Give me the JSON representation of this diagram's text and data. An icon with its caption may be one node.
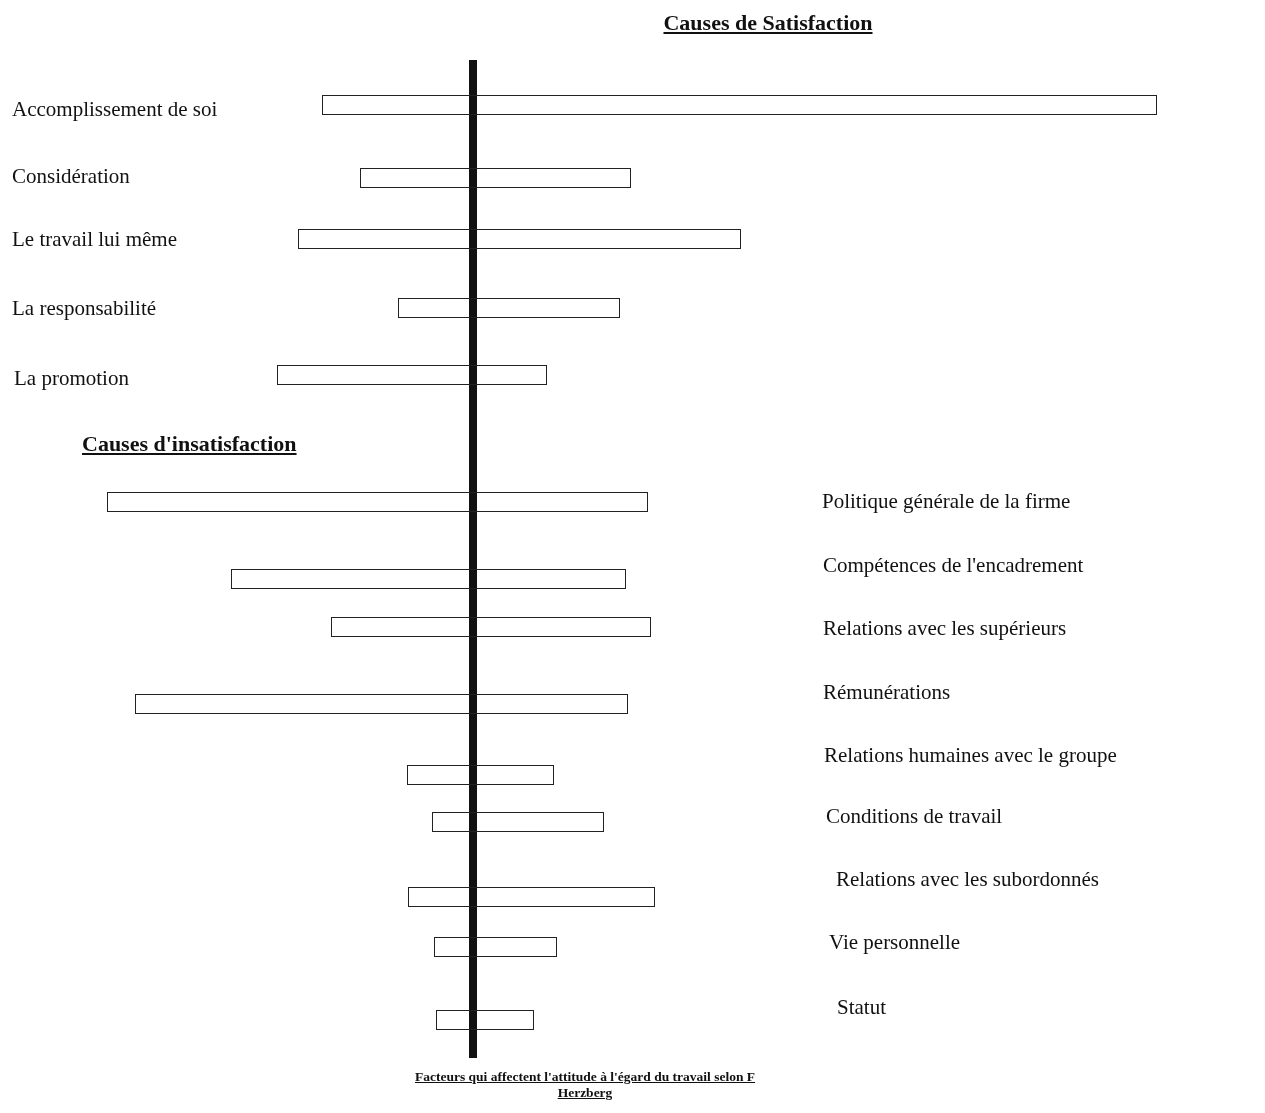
{
  "diagram": {
    "title": "Causes de Satisfaction",
    "caption": "Facteurs qui affectent l'attitude à l'égard du travail selon F Herzberg",
    "nodes": [
      {
        "text": [],
        "shape": "bar"
      },
      {
        "text": [],
        "shape": "bar"
      },
      {
        "text": [],
        "shape": "bar"
      },
      {
        "text": [],
        "shape": "bar"
      },
      {
        "text": [],
        "shape": "bar"
      },
      {
        "text": [],
        "shape": "bar"
      },
      {
        "text": [],
        "shape": "bar"
      },
      {
        "text": [],
        "shape": "bar"
      },
      {
        "text": [],
        "shape": "bar"
      },
      {
        "text": [],
        "shape": "bar"
      },
      {
        "text": [],
        "shape": "bar"
      },
      {
        "text": [],
        "shape": "bar"
      },
      {
        "text": [],
        "shape": "bar"
      },
      {
        "text": [],
        "shape": "bar"
      }
    ],
    "labels": [
      "Accomplissement de soi",
      "Considération",
      "Le travail lui même",
      "La responsabilité",
      "La promotion",
      "Causes d'insatisfaction",
      "Politique générale de la firme",
      "Compétences de l'encadrement",
      "Relations avec les supérieurs",
      "Rémunérations",
      "Relations humaines avec le groupe",
      "Conditions de travail",
      "Relations avec les subordonnés",
      "Vie personnelle",
      "Statut"
    ]
  }
}
